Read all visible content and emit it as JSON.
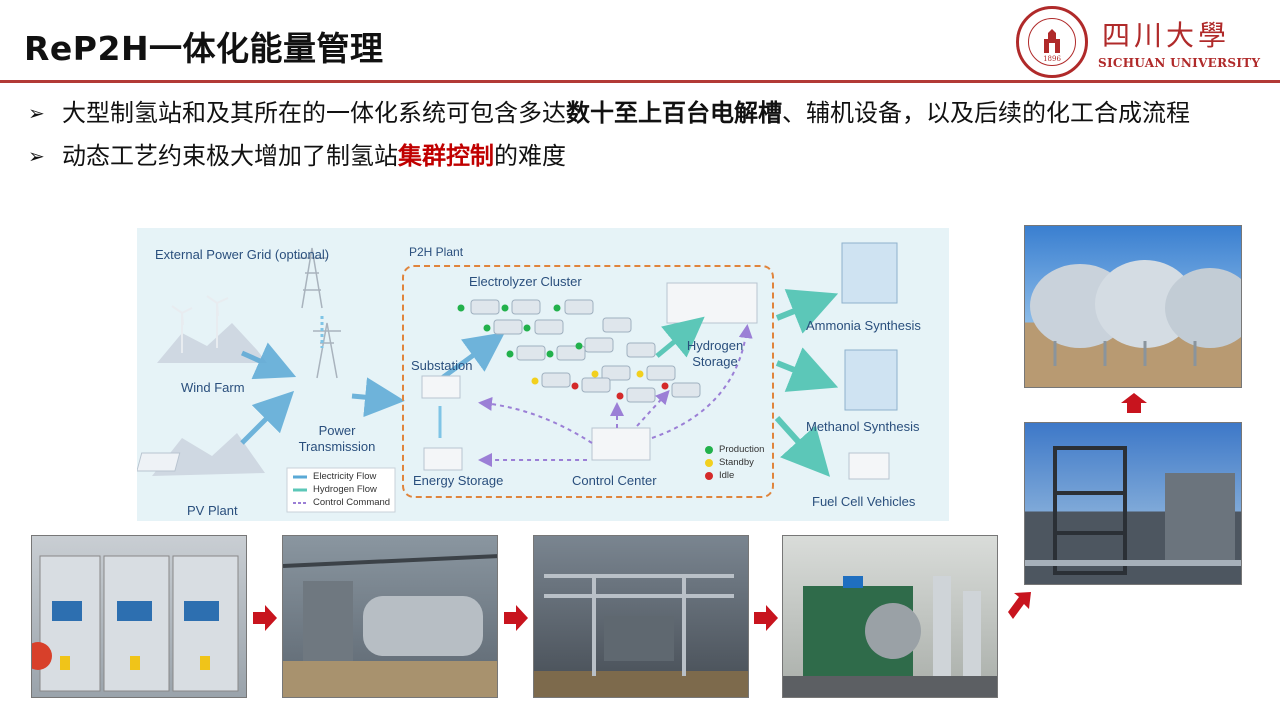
{
  "header": {
    "title": "ReP2H一体化能量管理",
    "logo": {
      "name_cn": "四川大學",
      "name_en": "SICHUAN UNIVERSITY",
      "seal_year": "1896",
      "brand_color": "#b02a2a"
    }
  },
  "bullets": [
    {
      "pre": "大型制氢站和及其所在的一体化系统可包含多达",
      "highlight": "数十至上百台电解槽",
      "post": "、辅机设备，以及后续的化工合成流程"
    },
    {
      "pre": "动态工艺约束极大增加了制氢站",
      "highlight": "集群控制",
      "post": "的难度"
    }
  ],
  "diagram": {
    "external_grid": "External Power Grid (optional)",
    "wind_farm": "Wind Farm",
    "pv_plant": "PV Plant",
    "power_transmission": "Power Transmission",
    "p2h_plant": "P2H Plant",
    "electrolyzer_cluster": "Electrolyzer Cluster",
    "substation": "Substation",
    "hydrogen_storage": "Hydrogen Storage",
    "energy_storage": "Energy Storage",
    "control_center": "Control Center",
    "ammonia": "Ammonia Synthesis",
    "methanol": "Methanol Synthesis",
    "fuel_cell": "Fuel Cell Vehicles",
    "legend_flows": [
      "Electricity Flow",
      "Hydrogen Flow",
      "Control Command"
    ],
    "legend_states": [
      {
        "label": "Production",
        "color": "#22b14c"
      },
      {
        "label": "Standby",
        "color": "#f2d01e"
      },
      {
        "label": "Idle",
        "color": "#d42a2a"
      }
    ]
  },
  "photos": [
    {
      "name": "photo-switchgear",
      "subject": "switchgear"
    },
    {
      "name": "photo-electrolyzers",
      "subject": "electrolyzers"
    },
    {
      "name": "photo-piping",
      "subject": "piping"
    },
    {
      "name": "photo-compressor",
      "subject": "compressor"
    },
    {
      "name": "photo-plant-structure",
      "subject": "plant structure"
    },
    {
      "name": "photo-storage-spheres",
      "subject": "storage spheres"
    }
  ],
  "colors": {
    "accent_red": "#c00000",
    "rule": "#b23a36",
    "diagram_bg": "#e6f3f7",
    "plant_border": "#e0843c",
    "diagram_text": "#2a4f7d"
  }
}
